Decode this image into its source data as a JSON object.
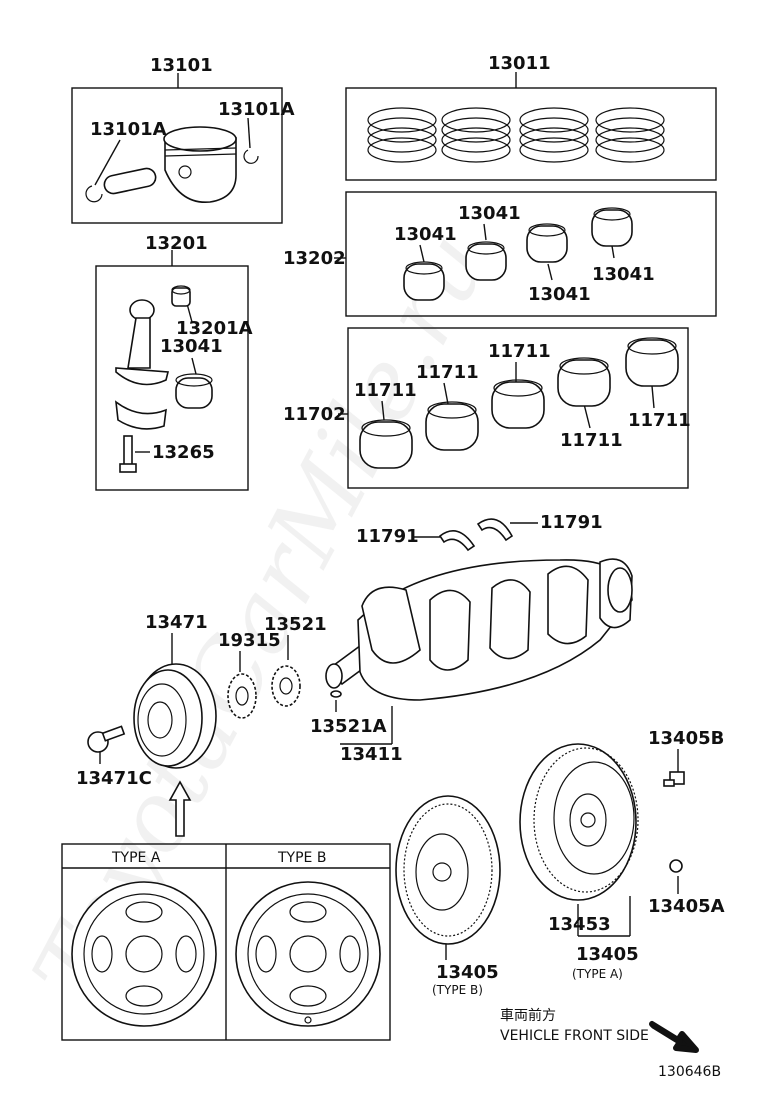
{
  "watermark": "ToyotaCarMile.ru",
  "labels": {
    "piston_set": "13101",
    "piston_ring_left": "13101A",
    "piston_ring_right": "13101A",
    "ring_set": "13011",
    "conrod_set": "13201",
    "conrod_bush": "13201A",
    "conrod_bearing": "13041",
    "conrod_bolt": "13265",
    "bearing_group": "13202",
    "bearing_a": "13041",
    "bearing_b": "13041",
    "bearing_c": "13041",
    "bearing_d": "13041",
    "main_bearing_group": "11702",
    "main_a": "11711",
    "main_b": "11711",
    "main_c": "11711",
    "main_d": "11711",
    "main_e": "11711",
    "thrust_left": "11791",
    "thrust_right": "11791",
    "pulley": "13471",
    "pulley_bolt": "13471C",
    "gear_19315": "19315",
    "gear_13521": "13521",
    "key": "13521A",
    "crankshaft": "13411",
    "flywheel_bolt": "13405B",
    "flywheel_pin": "13405A",
    "ring_gear": "13453",
    "flywheel_a": "13405",
    "flywheel_a_type": "(TYPE A)",
    "flywheel_b": "13405",
    "flywheel_b_type": "(TYPE B)"
  },
  "type_table": {
    "type_a": "TYPE A",
    "type_b": "TYPE B"
  },
  "front_note": {
    "japanese": "車両前方",
    "english": "VEHICLE FRONT SIDE"
  },
  "figure_id": "130646B"
}
